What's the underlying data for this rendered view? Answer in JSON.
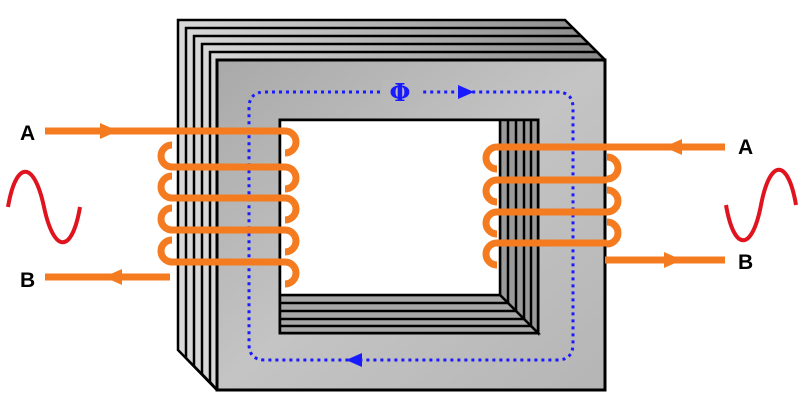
{
  "labels": {
    "primary_top": "A",
    "primary_bottom": "B",
    "secondary_top": "A",
    "secondary_bottom": "B",
    "flux": "Φ"
  },
  "colors": {
    "wire": "#f47b20",
    "flux": "#1a1aff",
    "sine": "#e0141e",
    "core_face": "#b8b8b8",
    "core_edge": "#000000"
  }
}
